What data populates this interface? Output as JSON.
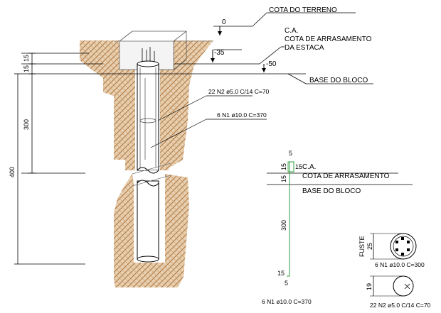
{
  "labels": {
    "cota_terreno": "COTA DO TERRENO",
    "ca": "C.A.",
    "cota_arrasamento_1": "COTA DE ARRASAMENTO",
    "cota_arrasamento_2": "DA ESTACA",
    "base_bloco": "BASE DO BLOCO",
    "level_0": "0",
    "level_m35": "-35",
    "level_m50": "-50",
    "stirrup_callout": "22 N2 ø5.0 C/14 C=70",
    "bar_callout": "6 N1 ø10.0 C=370"
  },
  "dimensions_left": {
    "d15a": "15",
    "d15b": "15",
    "d300": "300",
    "d400": "400"
  },
  "detail_bar": {
    "top_hook": "5",
    "top_15": "15",
    "ca": "C.A.",
    "cota_arrasamento": "COTA DE ARRASAMENTO",
    "base_bloco": "BASE DO BLOCO",
    "left_15": "15",
    "left_15b": "15",
    "left_300": "300",
    "bottom_15": "15",
    "bottom_hook": "5",
    "caption": "6 N1 ø10.0  C=370"
  },
  "section_detail": {
    "fuste": "FUSTE",
    "dim_25": "25",
    "caption": "6 N1 ø10.0  C=300"
  },
  "stirrup_detail": {
    "dim_19": "19",
    "caption": "22 N2 ø5.0 C/14 C=70"
  },
  "colors": {
    "soil": "#c8a074",
    "bar_green": "#2e9e3e",
    "line": "#000000"
  }
}
